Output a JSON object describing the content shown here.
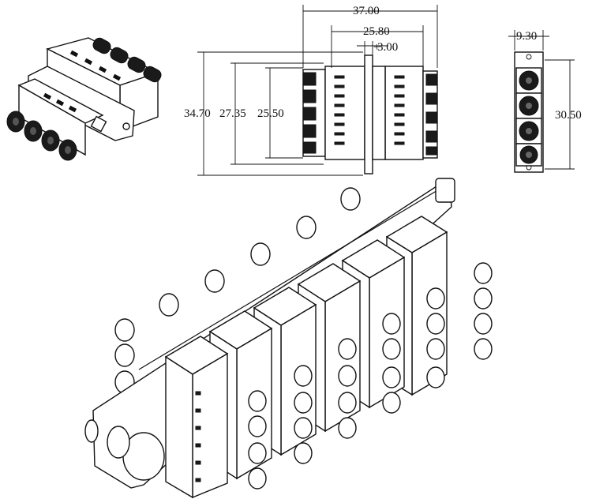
{
  "dimensions": {
    "overall_width": "37.00",
    "inner_width": "25.80",
    "flange_width": "3.00",
    "overall_height": "34.70",
    "mid_height": "27.35",
    "body_height": "25.50",
    "front_width": "9.30",
    "front_height": "30.50"
  }
}
